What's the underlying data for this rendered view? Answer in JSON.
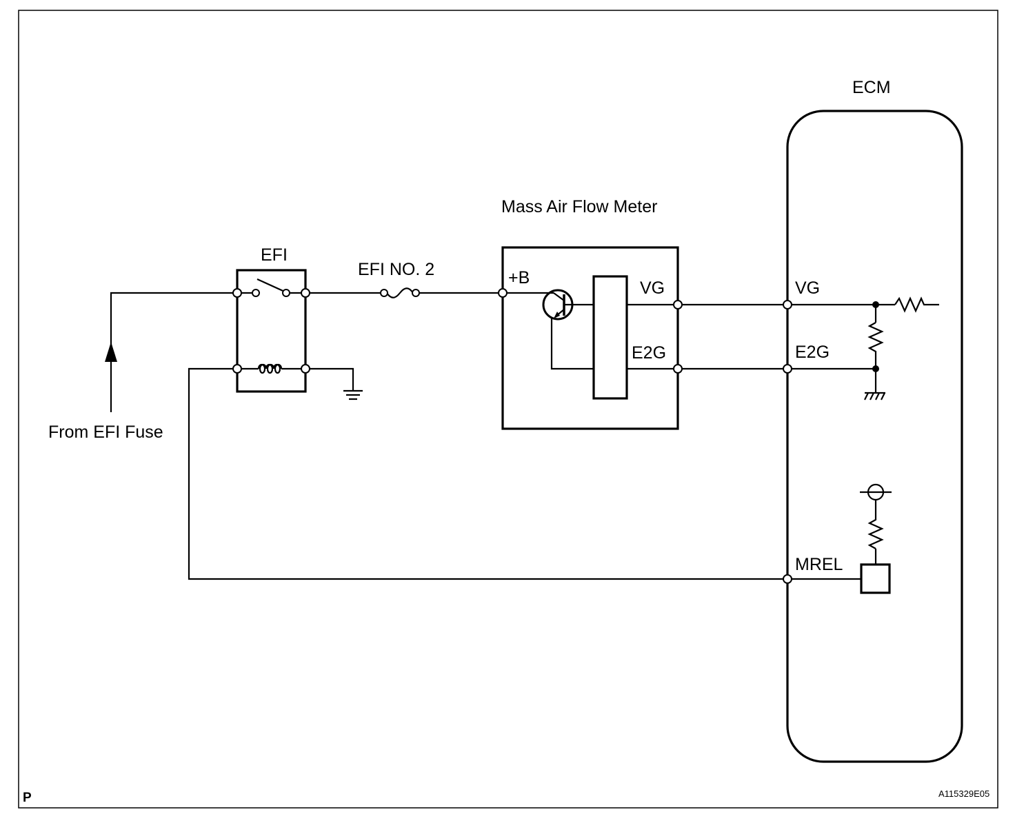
{
  "labels": {
    "ecm": "ECM",
    "mass_air_flow_meter": "Mass Air Flow Meter",
    "efi_relay": "EFI",
    "efi_no2_fuse": "EFI NO. 2",
    "from_efi_fuse": "From EFI Fuse",
    "maf_plus_b": "+B",
    "maf_vg": "VG",
    "maf_e2g": "E2G",
    "ecm_vg": "VG",
    "ecm_e2g": "E2G",
    "ecm_mrel": "MREL",
    "corner_left": "P",
    "figure_code": "A115329E05"
  }
}
